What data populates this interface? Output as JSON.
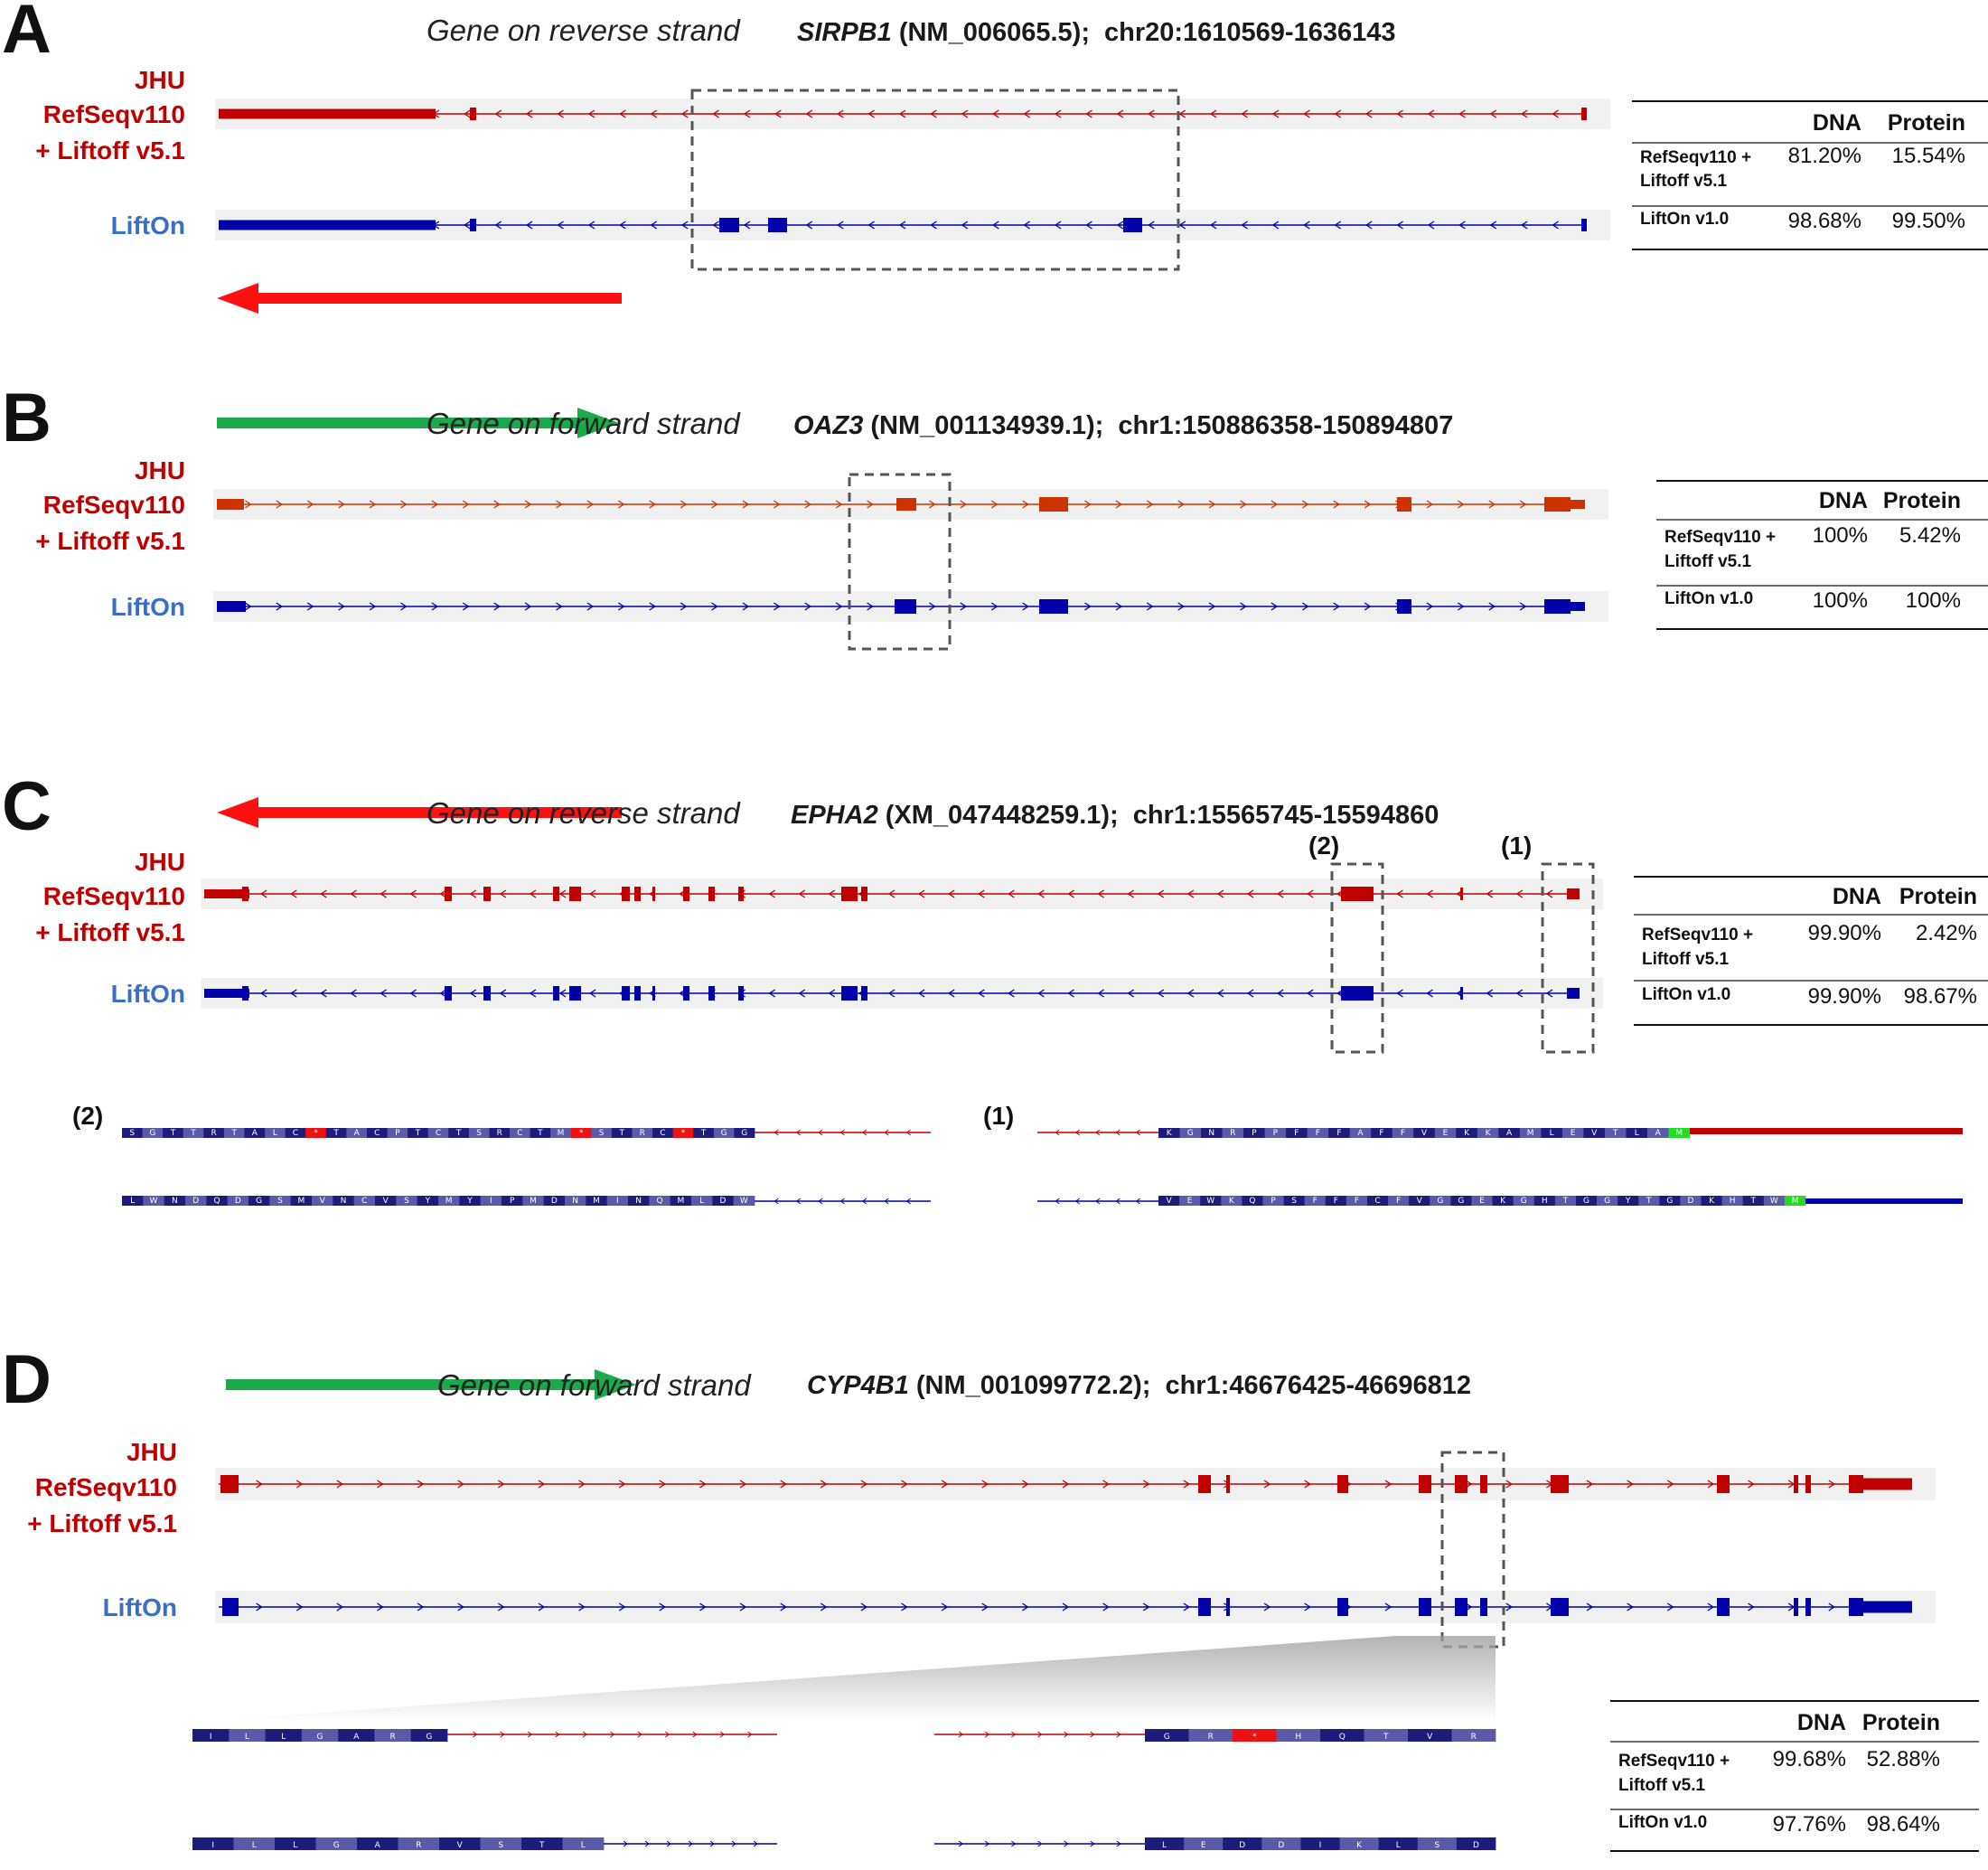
{
  "colors": {
    "liftoff_red": "#c00000",
    "liftoff_orange": "#cc3300",
    "lifton_blue": "#0000aa",
    "reverse_arrow": "#ff1010",
    "forward_arrow": "#1aaa4a",
    "aa_dark": "#1c1c7a",
    "aa_light": "#5a5aa8",
    "stop_codon": "#ee1111",
    "start_codon": "#22dd22"
  },
  "icons": {
    "reverse": "arrow-left-icon",
    "forward": "arrow-right-icon"
  },
  "tracks": {
    "jhu_label": [
      "JHU",
      "RefSeqv110",
      "+ Liftoff v5.1"
    ],
    "lifton_label": "LiftOn"
  },
  "panels": [
    {
      "letter": "A",
      "strand": "reverse",
      "strand_text": "Gene on reverse strand",
      "gene": "SIRPB1",
      "accession": " (NM_006065.5);",
      "coords": "chr20:1610569-1636143",
      "table": {
        "headers": [
          "DNA",
          "Protein"
        ],
        "rows": [
          {
            "label": [
              "RefSeqv110 +",
              "Liftoff v5.1"
            ],
            "dna": "81.20%",
            "protein": "15.54%"
          },
          {
            "label": [
              "LiftOn v1.0"
            ],
            "dna": "98.68%",
            "protein": "99.50%"
          }
        ]
      }
    },
    {
      "letter": "B",
      "strand": "forward",
      "strand_text": "Gene on forward strand",
      "gene": "OAZ3",
      "accession": " (NM_001134939.1);",
      "coords": "chr1:150886358-150894807",
      "table": {
        "headers": [
          "DNA",
          "Protein"
        ],
        "rows": [
          {
            "label": [
              "RefSeqv110 +",
              "Liftoff v5.1"
            ],
            "dna": "100%",
            "protein": "5.42%"
          },
          {
            "label": [
              "LiftOn v1.0"
            ],
            "dna": "100%",
            "protein": "100%"
          }
        ]
      }
    },
    {
      "letter": "C",
      "strand": "reverse",
      "strand_text": "Gene on reverse strand",
      "gene": "EPHA2",
      "accession": " (XM_047448259.1);",
      "coords": "chr1:15565745-15594860",
      "callouts": [
        "(2)",
        "(1)"
      ],
      "table": {
        "headers": [
          "DNA",
          "Protein"
        ],
        "rows": [
          {
            "label": [
              "RefSeqv110 +",
              "Liftoff v5.1"
            ],
            "dna": "99.90%",
            "protein": "2.42%"
          },
          {
            "label": [
              "LiftOn v1.0"
            ],
            "dna": "99.90%",
            "protein": "98.67%"
          }
        ]
      },
      "zoom": [
        {
          "label": "(2)",
          "liftoff_seq": [
            "S",
            "G",
            "T",
            "T",
            "R",
            "T",
            "A",
            "L",
            "C",
            "*",
            "T",
            "A",
            "C",
            "P",
            "T",
            "C",
            "T",
            "S",
            "R",
            "C",
            "T",
            "M",
            "*",
            "S",
            "T",
            "R",
            "C",
            "*",
            "T",
            "G",
            "G"
          ],
          "lifton_seq": [
            "L",
            "W",
            "N",
            "D",
            "Q",
            "D",
            "G",
            "S",
            "M",
            "V",
            "N",
            "C",
            "V",
            "S",
            "Y",
            "M",
            "Y",
            "I",
            "P",
            "M",
            "D",
            "N",
            "M",
            "I",
            "N",
            "Q",
            "M",
            "L",
            "D",
            "W"
          ]
        },
        {
          "label": "(1)",
          "liftoff_seq": [
            "K",
            "G",
            "N",
            "R",
            "P",
            "P",
            "F",
            "F",
            "F",
            "A",
            "F",
            "F",
            "V",
            "E",
            "K",
            "K",
            "A",
            "M",
            "L",
            "E",
            "V",
            "T",
            "L",
            "A",
            "M"
          ],
          "lifton_seq": [
            "V",
            "E",
            "W",
            "K",
            "Q",
            "P",
            "S",
            "F",
            "F",
            "F",
            "C",
            "F",
            "V",
            "G",
            "G",
            "E",
            "K",
            "G",
            "H",
            "T",
            "G",
            "G",
            "Y",
            "T",
            "G",
            "D",
            "K",
            "H",
            "T",
            "W",
            "M"
          ]
        }
      ]
    },
    {
      "letter": "D",
      "strand": "forward",
      "strand_text": "Gene on forward strand",
      "gene": "CYP4B1",
      "accession": " (NM_001099772.2);",
      "coords": "chr1:46676425-46696812",
      "table": {
        "headers": [
          "DNA",
          "Protein"
        ],
        "rows": [
          {
            "label": [
              "RefSeqv110 +",
              "Liftoff v5.1"
            ],
            "dna": "99.68%",
            "protein": "52.88%"
          },
          {
            "label": [
              "LiftOn v1.0"
            ],
            "dna": "97.76%",
            "protein": "98.64%"
          }
        ]
      },
      "zoom": [
        {
          "liftoff_left": [
            "I",
            "L",
            "L",
            "G",
            "A",
            "R",
            "G"
          ],
          "lifton_left": [
            "I",
            "L",
            "L",
            "G",
            "A",
            "R",
            "V",
            "S",
            "T",
            "L"
          ],
          "liftoff_right": [
            "G",
            "R",
            "*",
            "H",
            "Q",
            "T",
            "V",
            "R"
          ],
          "lifton_right": [
            "L",
            "E",
            "D",
            "D",
            "I",
            "K",
            "L",
            "S",
            "D"
          ]
        }
      ]
    }
  ]
}
